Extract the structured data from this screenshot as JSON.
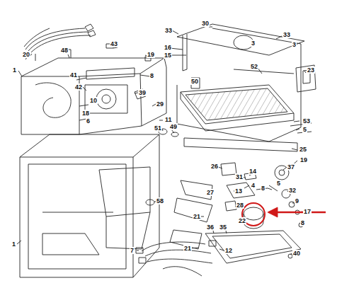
{
  "diagram": {
    "labels": [
      "33",
      "30",
      "16",
      "15",
      "3",
      "33",
      "3",
      "20",
      "48",
      "43",
      "19",
      "1",
      "41",
      "8",
      "42",
      "39",
      "10",
      "29",
      "18",
      "6",
      "11",
      "51",
      "49",
      "50",
      "52",
      "23",
      "53",
      "5",
      "25",
      "26",
      "14",
      "19",
      "37",
      "31",
      "4",
      "5",
      "13",
      "8",
      "32",
      "27",
      "9",
      "28",
      "17",
      "22",
      "8",
      "58",
      "21",
      "36",
      "35",
      "7",
      "12",
      "21",
      "40",
      "1"
    ]
  }
}
